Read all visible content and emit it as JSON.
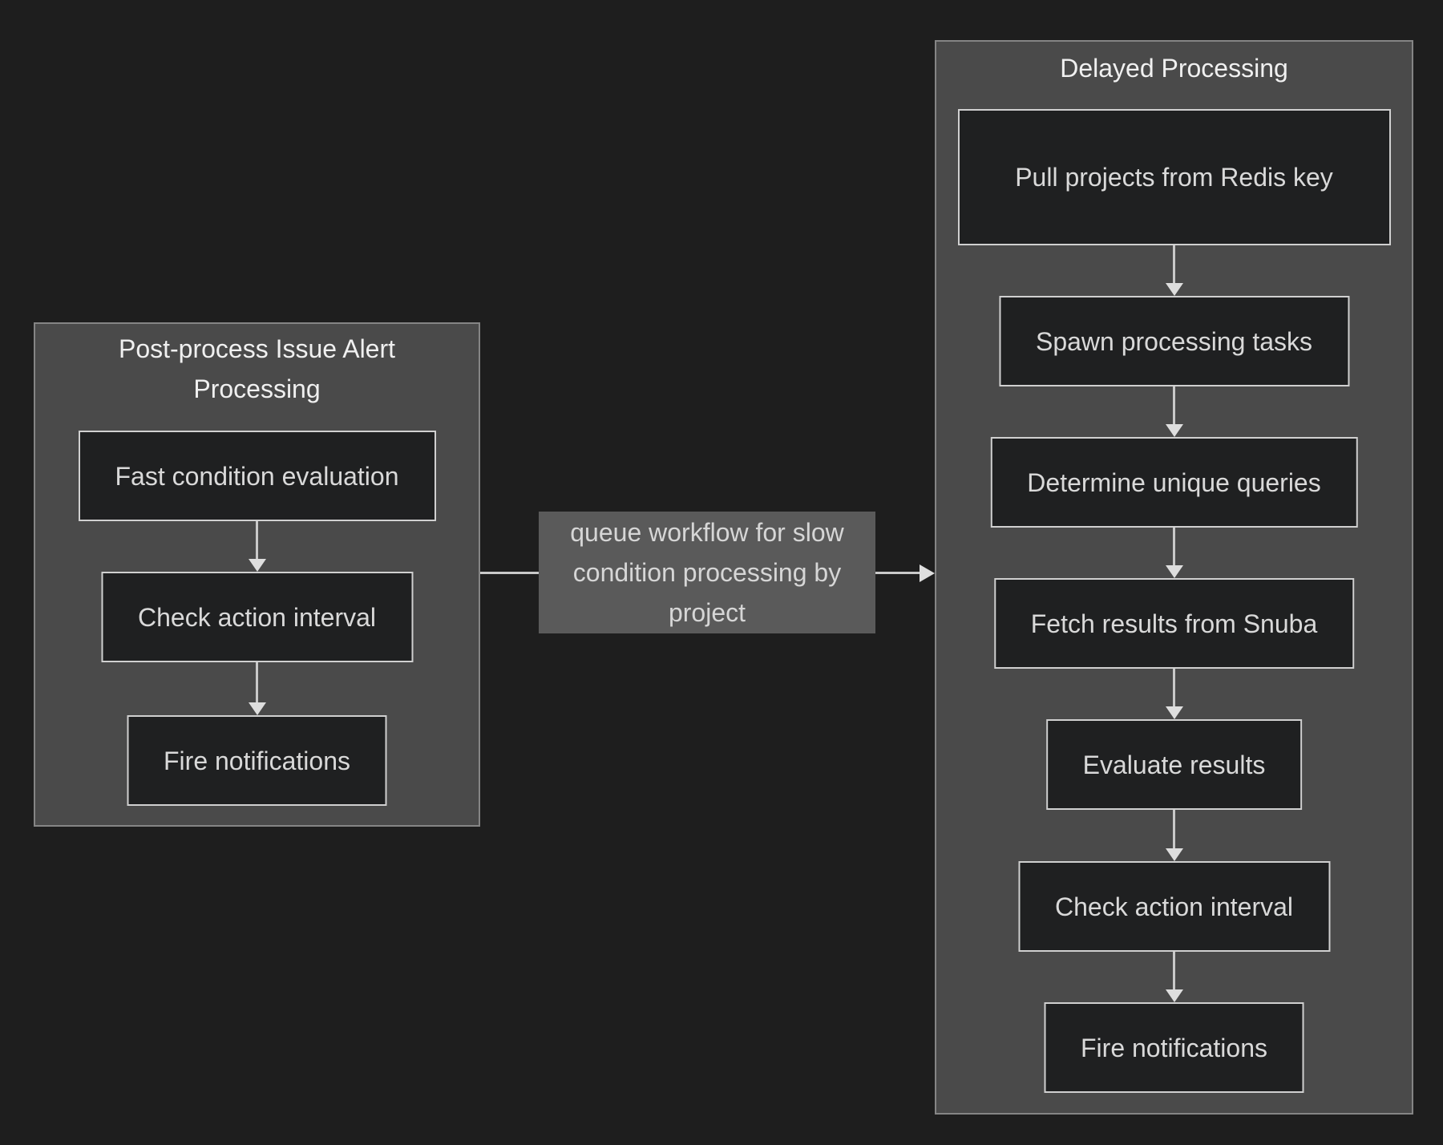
{
  "colors": {
    "background": "#1e1e1e",
    "cluster_fill": "#4a4a4a",
    "cluster_border": "#858585",
    "node_fill": "#1f2021",
    "node_border": "#d0d0d0",
    "node_text": "#d9d9d9",
    "title_text": "#f0f0f0",
    "edge_line": "#c9c9c9",
    "arrowhead": "#dedede",
    "edge_label_bg": "#5a5a5a",
    "edge_label_text": "#d6d6d6"
  },
  "left_cluster": {
    "title": "Post-process Issue Alert Processing",
    "nodes": [
      {
        "label": "Fast condition evaluation"
      },
      {
        "label": "Check action interval"
      },
      {
        "label": "Fire notifications"
      }
    ]
  },
  "right_cluster": {
    "title": "Delayed Processing",
    "nodes": [
      {
        "label": "Pull projects from Redis key"
      },
      {
        "label": "Spawn processing tasks"
      },
      {
        "label": "Determine unique queries"
      },
      {
        "label": "Fetch results from Snuba"
      },
      {
        "label": "Evaluate results"
      },
      {
        "label": "Check action interval"
      },
      {
        "label": "Fire notifications"
      }
    ]
  },
  "edge": {
    "label": "queue workflow for slow condition processing by project"
  }
}
